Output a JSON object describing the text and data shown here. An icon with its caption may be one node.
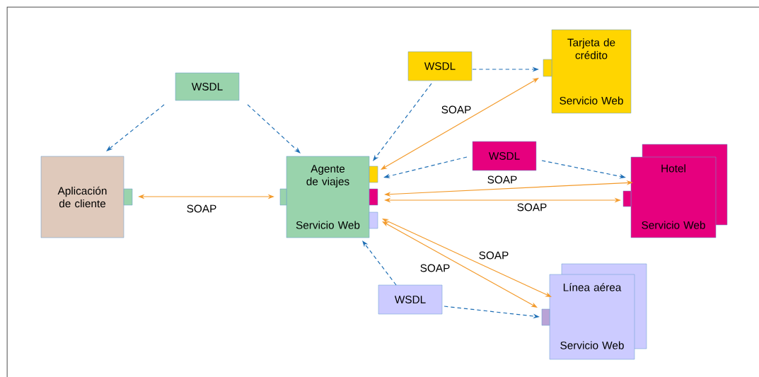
{
  "diagram": {
    "nodes": [
      {
        "text": [
          "WSDL"
        ]
      },
      {
        "text": [
          "Aplicación de cliente"
        ]
      },
      {
        "text": [],
        "shape": "box"
      },
      {
        "text": [
          "Agente de viajes",
          "Servicio Web"
        ]
      },
      {
        "text": [],
        "shape": "box"
      },
      {
        "text": [],
        "shape": "box"
      },
      {
        "text": [],
        "shape": "box"
      },
      {
        "text": [],
        "shape": "box"
      },
      {
        "text": [
          "WSDL"
        ]
      },
      {
        "text": [
          "Tarjeta de crédito",
          "Servicio Web"
        ]
      },
      {
        "text": [],
        "shape": "box"
      },
      {
        "text": [
          "WSDL"
        ]
      },
      {
        "text": [
          "Hotel",
          "Servicio Web"
        ]
      },
      {
        "text": [],
        "shape": "box"
      },
      {
        "text": [
          "WSDL"
        ]
      },
      {
        "text": [
          "Línea aérea",
          "Servicio Web"
        ]
      },
      {
        "text": [],
        "shape": "box"
      }
    ],
    "edges": [
      {
        "from": 0,
        "to": 1,
        "arrow": "to",
        "style": "dashed"
      },
      {
        "from": 0,
        "to": 3,
        "arrow": "to",
        "style": "dashed"
      },
      {
        "from": 2,
        "to": 4,
        "arrow": "both",
        "label": "SOAP",
        "color": "#f39a2a"
      },
      {
        "from": 8,
        "to": 10,
        "arrow": "to",
        "style": "dashed"
      },
      {
        "from": 8,
        "to": 3,
        "arrow": "to",
        "style": "dashed"
      },
      {
        "from": 5,
        "to": 10,
        "arrow": "both",
        "label": "SOAP",
        "color": "#f39a2a"
      },
      {
        "from": 11,
        "to": 5,
        "arrow": "to",
        "style": "dashed"
      },
      {
        "from": 11,
        "to": 12,
        "arrow": "to",
        "style": "dashed"
      },
      {
        "from": 6,
        "to": 12,
        "arrow": "both",
        "label": "SOAP",
        "color": "#f39a2a"
      },
      {
        "from": 6,
        "to": 13,
        "arrow": "both",
        "label": "SOAP",
        "color": "#f39a2a"
      },
      {
        "from": 14,
        "to": 3,
        "arrow": "to",
        "style": "dashed"
      },
      {
        "from": 14,
        "to": 16,
        "arrow": "to",
        "style": "dashed"
      },
      {
        "from": 7,
        "to": 15,
        "arrow": "both",
        "label": "SOAP",
        "color": "#f39a2a"
      },
      {
        "from": 7,
        "to": 16,
        "arrow": "both",
        "label": "SOAP",
        "color": "#f39a2a"
      }
    ]
  }
}
